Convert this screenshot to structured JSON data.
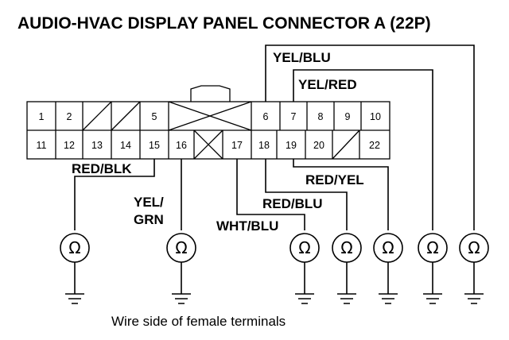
{
  "title": "AUDIO-HVAC DISPLAY PANEL CONNECTOR A (22P)",
  "caption": "Wire side of female terminals",
  "connector": {
    "top_row": [
      "1",
      "2",
      "",
      "",
      "5",
      "",
      "",
      "6",
      "7",
      "8",
      "9",
      "10"
    ],
    "bottom_row": [
      "11",
      "12",
      "13",
      "14",
      "15",
      "16",
      "",
      "17",
      "18",
      "19",
      "20",
      "",
      "22"
    ]
  },
  "wires": {
    "yel_blu": "YEL/BLU",
    "yel_red": "YEL/RED",
    "red_blk": "RED/BLK",
    "yel_grn_line1": "YEL/",
    "yel_grn_line2": "GRN",
    "red_yel": "RED/YEL",
    "red_blu": "RED/BLU",
    "wht_blu": "WHT/BLU"
  },
  "meter_symbol": "Ω",
  "icons": {
    "meter": "ohmmeter-icon",
    "ground": "ground-icon"
  }
}
